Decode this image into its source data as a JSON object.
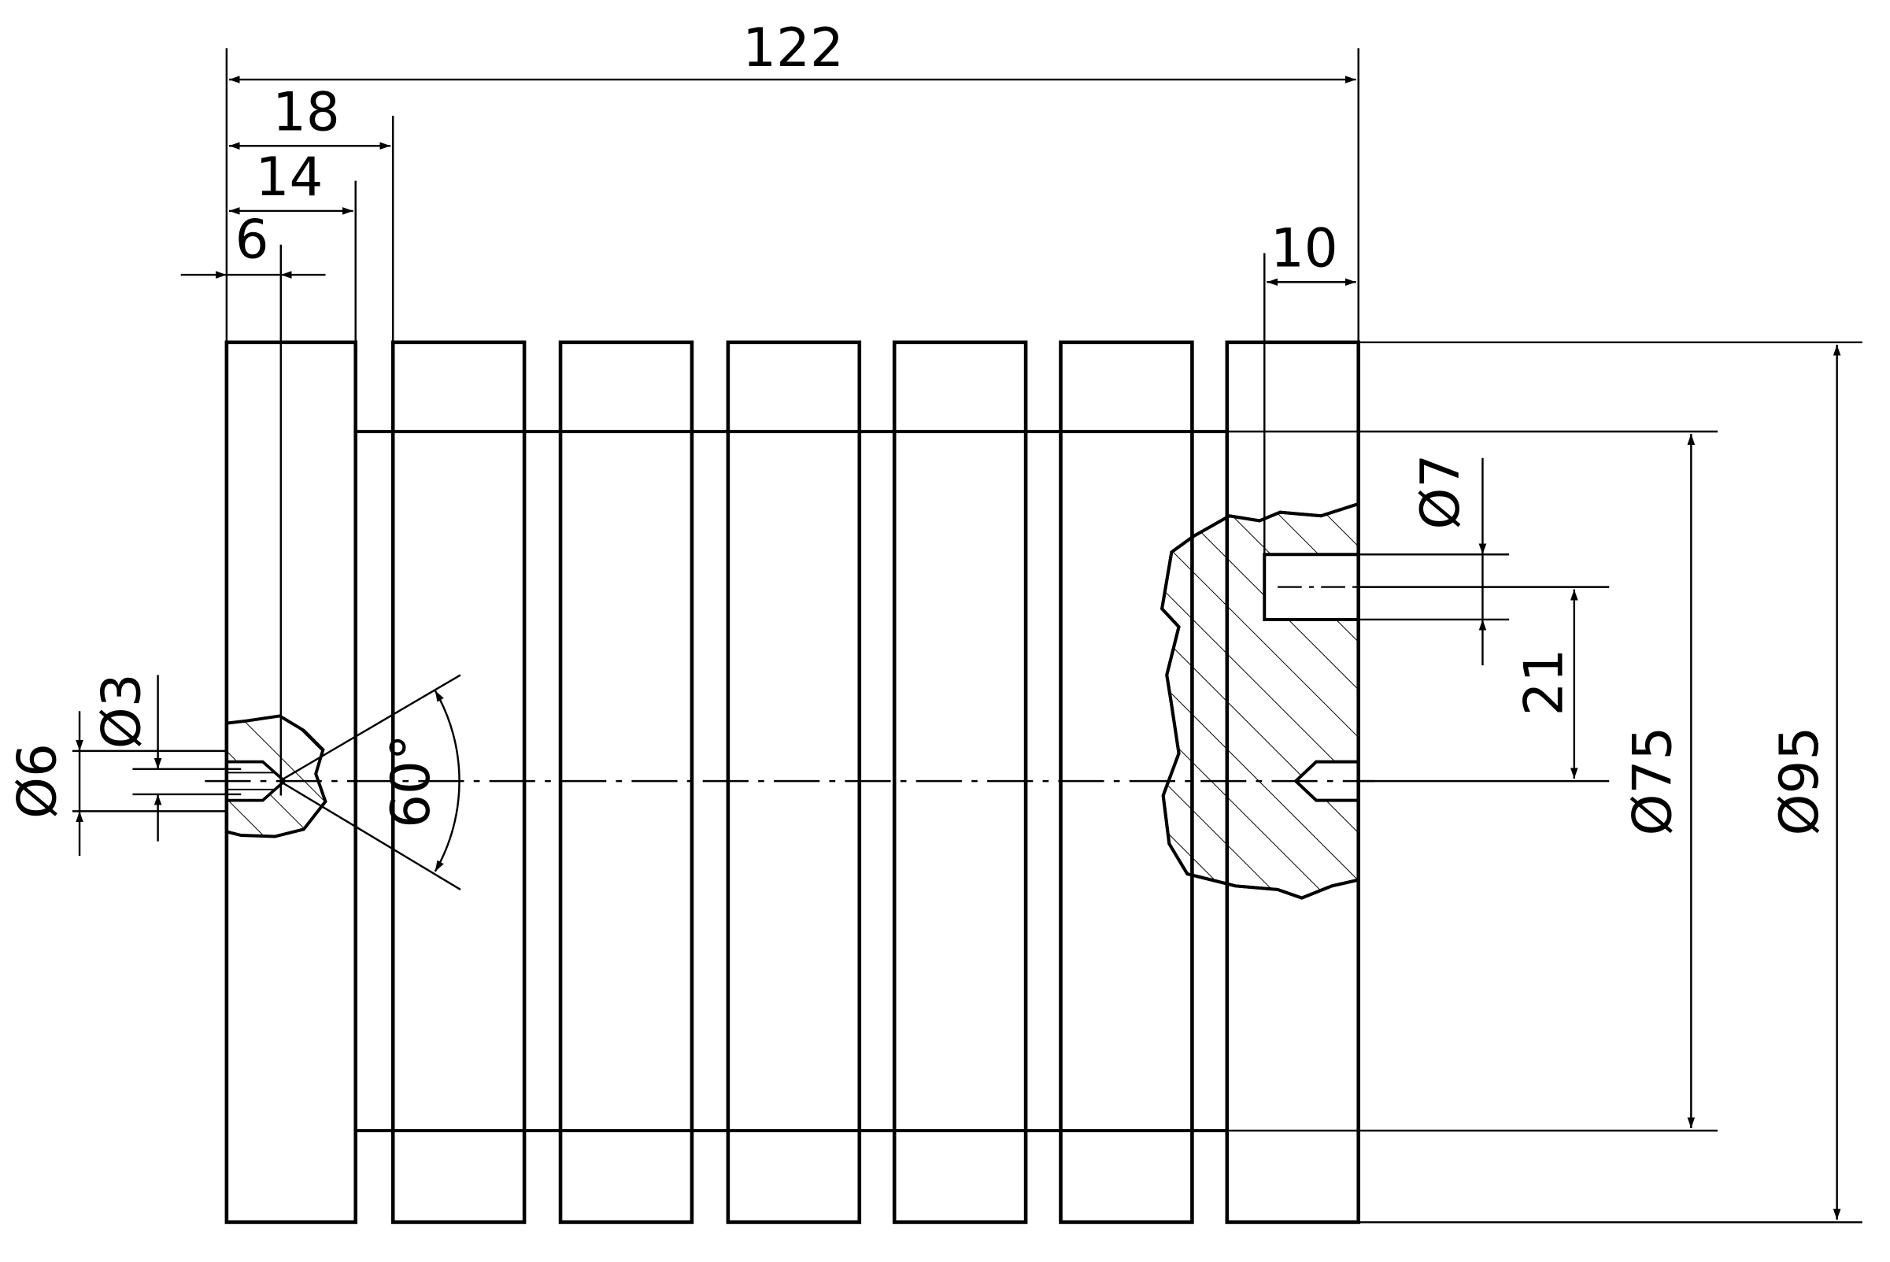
{
  "drawing": {
    "line_color": "#000000",
    "background": "#ffffff",
    "dimensions": {
      "overall_length": "122",
      "groove_offset": "18",
      "first_disc_width": "14",
      "center_hole_offset": "6",
      "end_hole_offset": "10",
      "hole_dia_7": "Ø7",
      "hole_height_21": "21",
      "center_dia_3": "Ø3",
      "center_dia_6": "Ø6",
      "angle_60": "60°",
      "bore_dia_75": "Ø75",
      "outer_dia_95": "Ø95"
    }
  }
}
